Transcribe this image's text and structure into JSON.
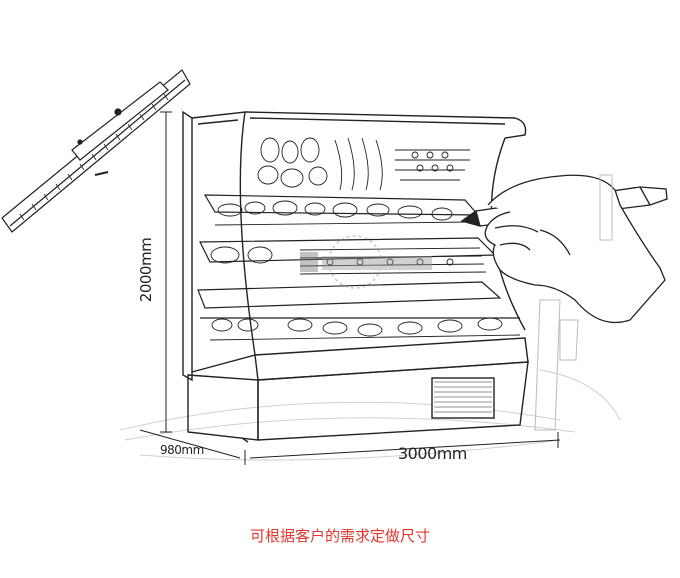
{
  "dimensions": {
    "height": "2000mm",
    "depth": "980mm",
    "width": "3000mm"
  },
  "caption": "可根据客户的需求定做尺寸",
  "colors": {
    "caption": "#e0382f",
    "sketch": "#222222",
    "faint": "#c8c8c8"
  }
}
